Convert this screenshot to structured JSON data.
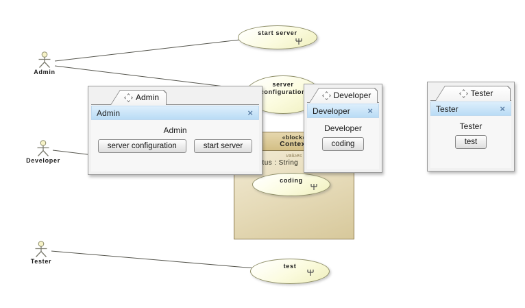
{
  "diagram": {
    "actors": [
      {
        "label": "Admin"
      },
      {
        "label": "Developer"
      },
      {
        "label": "Tester"
      }
    ],
    "usecases": {
      "start_server": {
        "label": "start server"
      },
      "server_configuration": {
        "line1": "server",
        "line2": "configuration"
      },
      "coding": {
        "label": "coding"
      },
      "test": {
        "label": "test"
      }
    },
    "block": {
      "stereotype": "«block»",
      "name": "Context",
      "compartment_caption": "values",
      "value_entry": "status : String"
    }
  },
  "windows": [
    {
      "tab_label": "Admin",
      "title": "Admin",
      "close_glyph": "×",
      "body_label": "Admin",
      "buttons": [
        "server configuration",
        "start server"
      ]
    },
    {
      "tab_label": "Developer",
      "title": "Developer",
      "close_glyph": "×",
      "body_label": "Developer",
      "buttons": [
        "coding"
      ]
    },
    {
      "tab_label": "Tester",
      "title": "Tester",
      "close_glyph": "×",
      "body_label": "Tester",
      "buttons": [
        "test"
      ]
    }
  ],
  "colors": {
    "usecase_fill": "#FBFBDE",
    "usecase_border": "#8F8F68",
    "block_fill": "#E6DBB9",
    "block_header": "#D3BF85",
    "block_border": "#8A7A50",
    "titlebar_top": "#DDEFFC",
    "titlebar_bottom": "#B9DCF5",
    "window_bg": "#F1F1F1",
    "connector": "#55554D"
  }
}
